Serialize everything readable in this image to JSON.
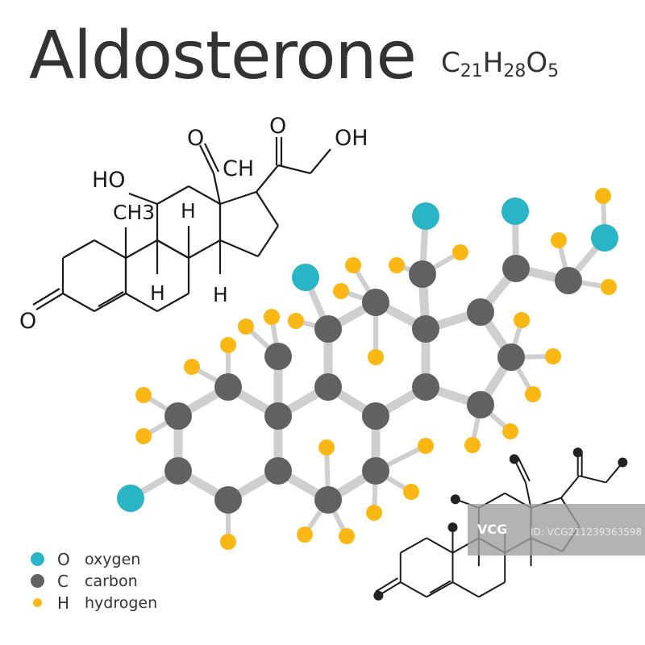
{
  "title": "Aldosterone",
  "formula": {
    "parts": [
      {
        "el": "C",
        "n": "21"
      },
      {
        "el": "H",
        "n": "28"
      },
      {
        "el": "O",
        "n": "5"
      }
    ]
  },
  "skeletal_labels": {
    "ho": "HO",
    "ch3": "CH3",
    "h1": "H",
    "h2": "H",
    "h3": "H",
    "o_ketone3": "O",
    "o_ald": "O",
    "ch": "CH",
    "o_ketone20": "O",
    "oh": "OH"
  },
  "legend": [
    {
      "symbol": "O",
      "name": "oxygen",
      "color": "#29b5c6"
    },
    {
      "symbol": "C",
      "name": "carbon",
      "color": "#616161"
    },
    {
      "symbol": "H",
      "name": "hydrogen",
      "color": "#fbb814"
    }
  ],
  "watermark": {
    "logo": "VCG",
    "id": "ID: VCG211239363598"
  },
  "colors": {
    "bond": "#cfcfcf",
    "text": "#333333"
  }
}
